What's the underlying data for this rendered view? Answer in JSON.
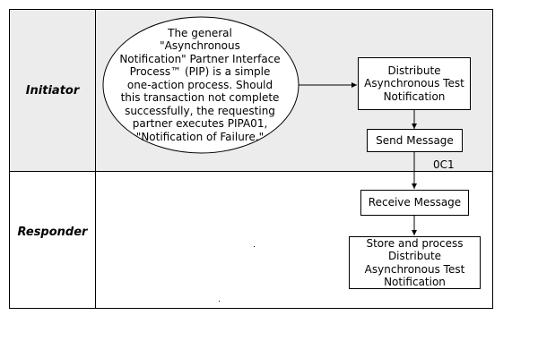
{
  "lanes": [
    {
      "label": "Initiator"
    },
    {
      "label": "Responder"
    }
  ],
  "note": {
    "text": "The general\n\"Asynchronous\nNotification\" Partner Interface\nProcess™ (PIP) is a simple\none-action process. Should\nthis transaction not complete\nsuccessfully, the requesting\npartner executes PIPA01,\n\"Notification of Failure.\""
  },
  "activities": {
    "distribute": "Distribute\nAsynchronous Test\nNotification",
    "send": "Send Message",
    "receive": "Receive Message",
    "store": "Store and process\nDistribute\nAsynchronous Test\nNotification"
  },
  "message_label": "0C1",
  "colors": {
    "initiator_lane": "#ececec",
    "responder_lane": "#ffffff",
    "line": "#000000"
  }
}
